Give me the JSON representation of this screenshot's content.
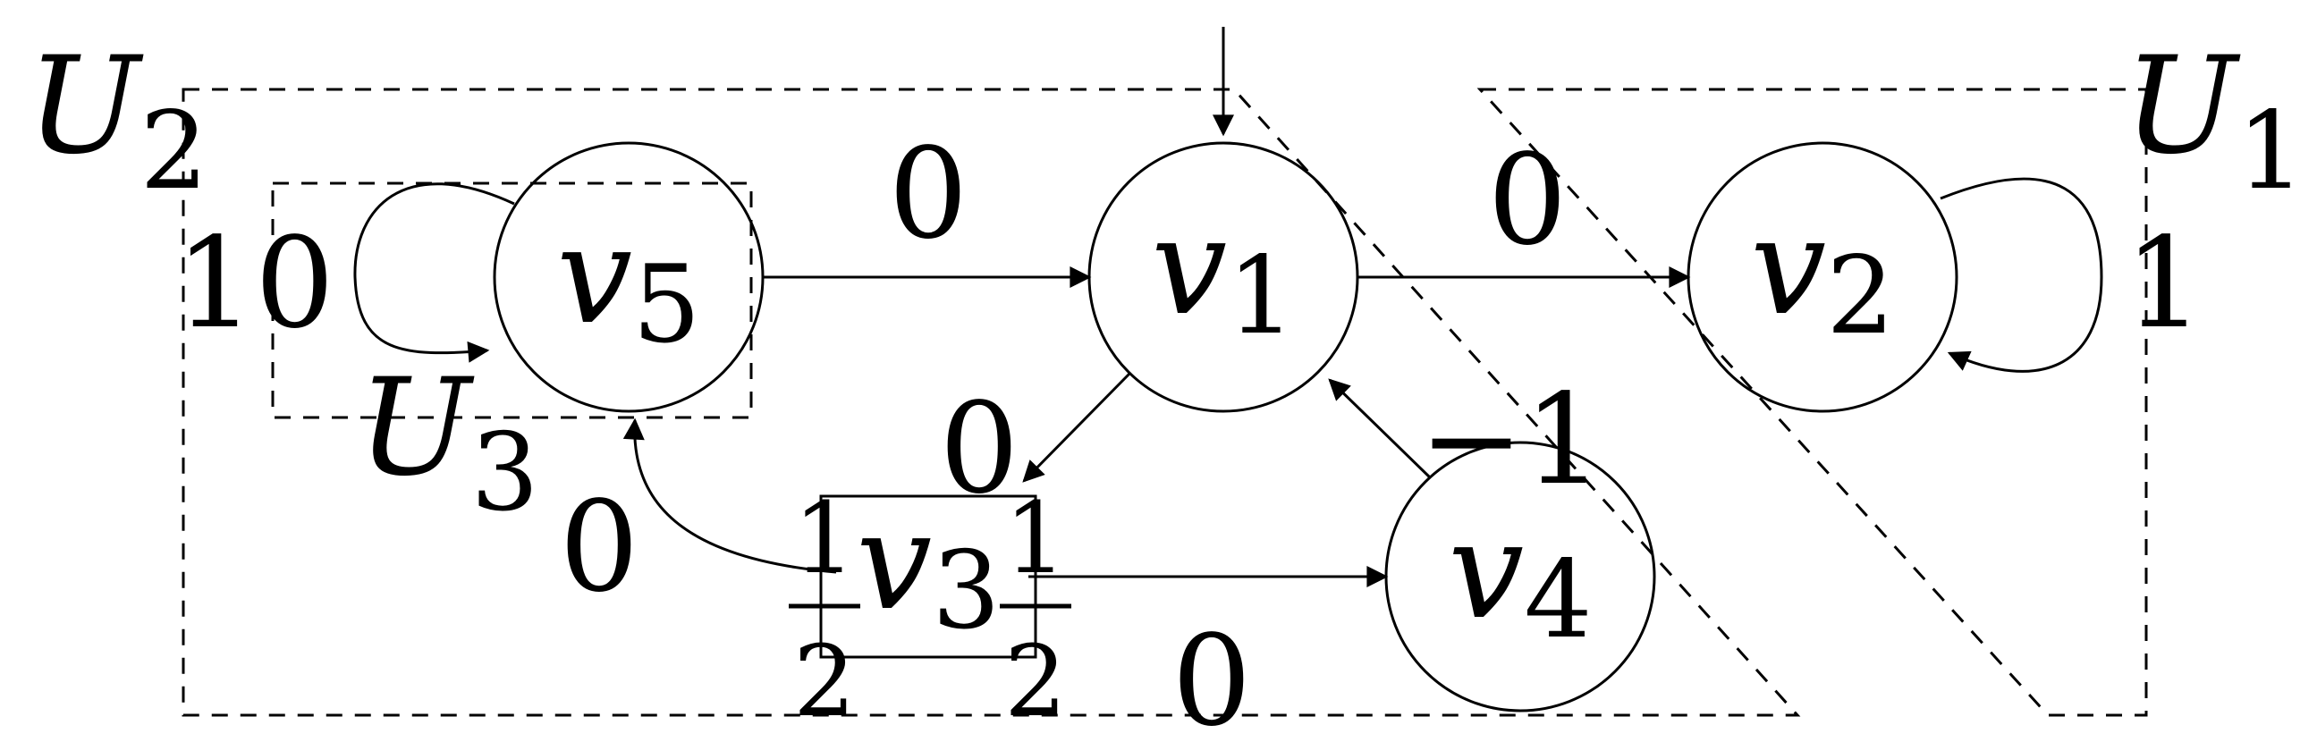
{
  "nodes": {
    "v1": {
      "name": "v",
      "sub": "1"
    },
    "v2": {
      "name": "v",
      "sub": "2"
    },
    "v3": {
      "name": "v",
      "sub": "3"
    },
    "v4": {
      "name": "v",
      "sub": "4"
    },
    "v5": {
      "name": "v",
      "sub": "5"
    }
  },
  "regions": {
    "u1": {
      "name": "U",
      "sub": "1"
    },
    "u2": {
      "name": "U",
      "sub": "2"
    },
    "u3": {
      "name": "U",
      "sub": "3"
    }
  },
  "edge_labels": {
    "v5_v1": "0",
    "v1_v2": "0",
    "v1_v3": "0",
    "v4_v1": "−1",
    "v3_v4": "0",
    "v3_v5": "0",
    "v5_loop": "10",
    "v2_loop": "1"
  },
  "fractions": {
    "v3_left": {
      "num": "1",
      "den": "2"
    },
    "v3_right": {
      "num": "1",
      "den": "2"
    }
  }
}
